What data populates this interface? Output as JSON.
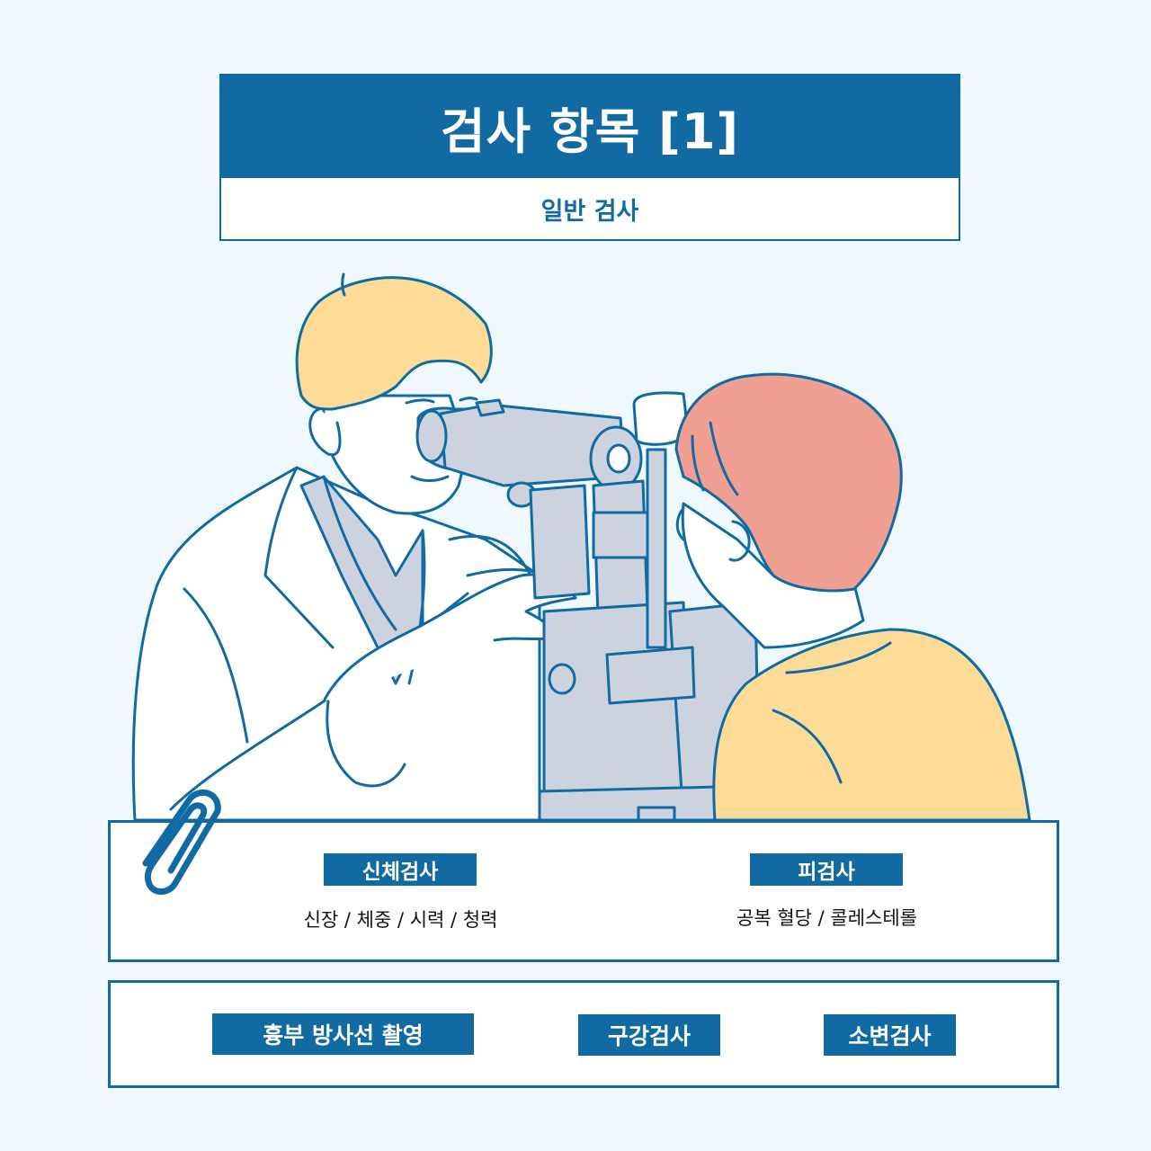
{
  "header": {
    "title": "검사 항목 [1]",
    "subtitle": "일반 검사"
  },
  "illustration": {
    "description": "doctor-examining-patient-eye-with-slit-lamp",
    "colors": {
      "line": "#126aa3",
      "doctor_hair": "#fddc98",
      "patient_hair": "#f0a092",
      "patient_shirt": "#fddc98",
      "machine": "#cdd3de",
      "skin": "#ffffff"
    }
  },
  "sections": {
    "body_exam": {
      "label": "신체검사",
      "detail": "신장 / 체중 / 시력 / 청력"
    },
    "blood_test": {
      "label": "피검사",
      "detail": "공복 혈당 / 콜레스테롤"
    }
  },
  "extra_tests": [
    {
      "label": "흉부 방사선 촬영"
    },
    {
      "label": "구강검사"
    },
    {
      "label": "소변검사"
    }
  ],
  "colors": {
    "primary": "#126aa3",
    "background": "#eef8fd",
    "card": "#ffffff",
    "text": "#111111"
  }
}
